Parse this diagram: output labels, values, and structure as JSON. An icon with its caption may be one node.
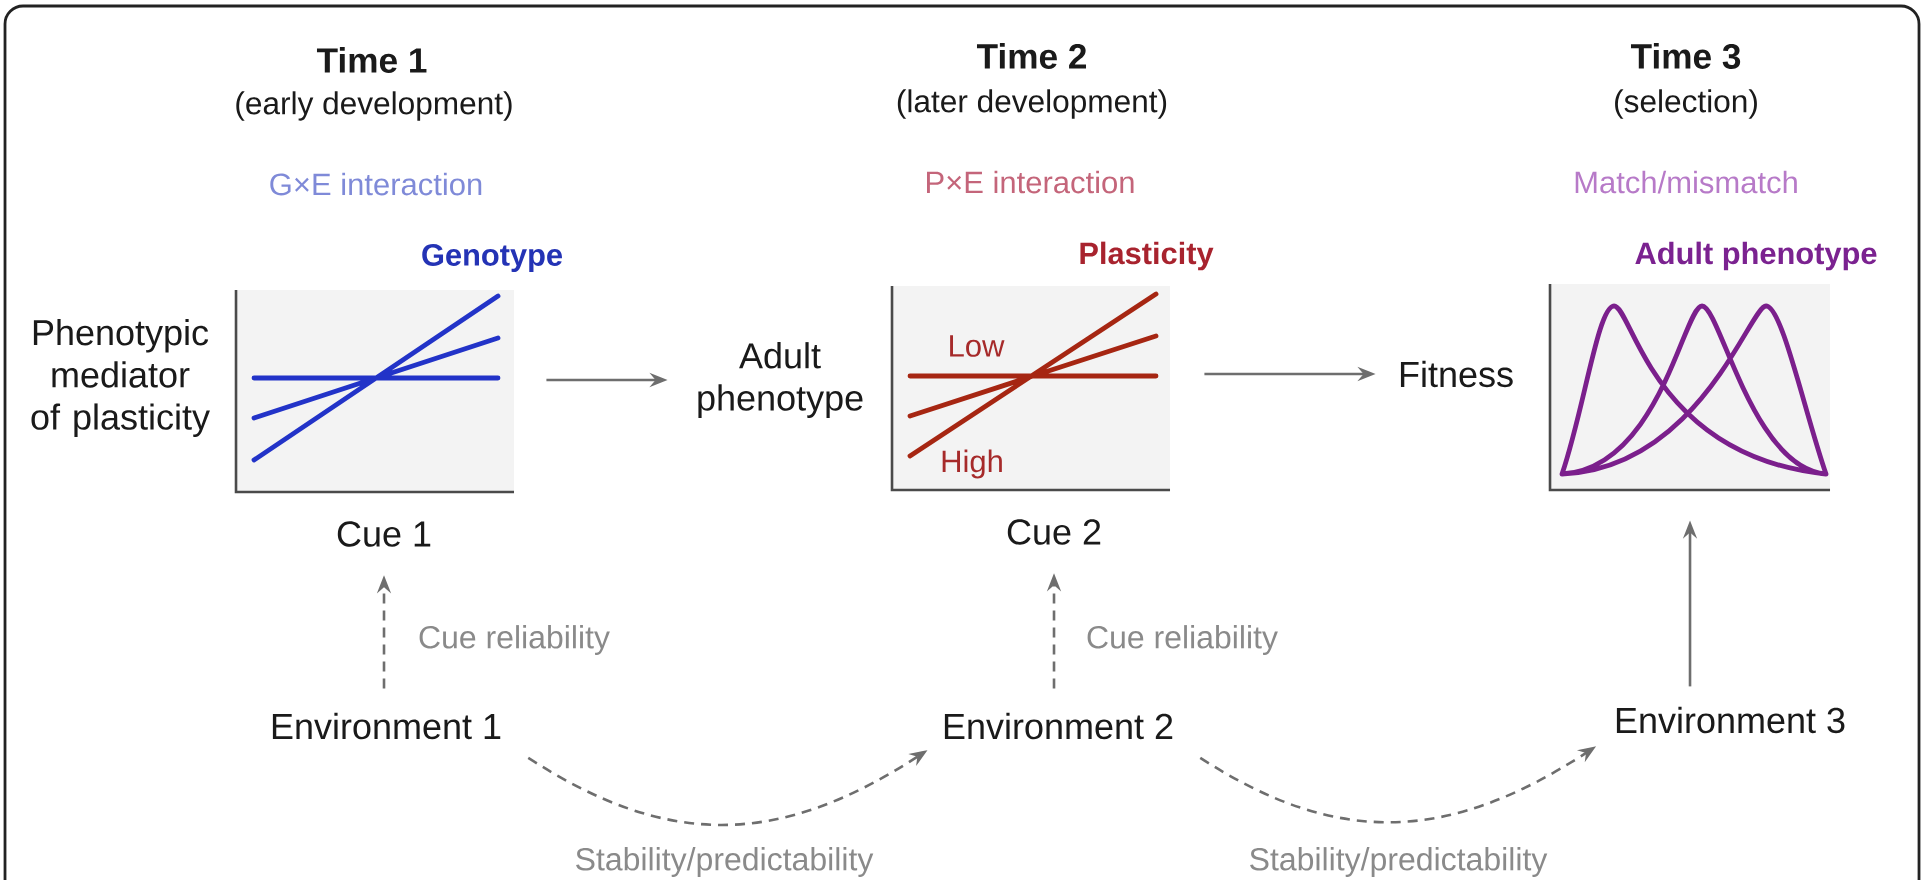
{
  "diagram": {
    "nodes": [
      {
        "text": [
          "Genotype"
        ],
        "beside": [
          "Phenotypic mediator of plasticity"
        ]
      },
      {
        "text": [
          "Adult phenotype"
        ]
      },
      {
        "text": [
          "Plasticity",
          "Low",
          "High"
        ]
      },
      {
        "text": [
          "Fitness"
        ]
      },
      {
        "text": [
          "Adult phenotype"
        ]
      },
      {
        "text": [
          "Cue 1"
        ]
      },
      {
        "text": [
          "Cue 2"
        ]
      },
      {
        "text": [
          "Environment 1"
        ]
      },
      {
        "text": [
          "Environment 2"
        ]
      },
      {
        "text": [
          "Environment 3"
        ]
      }
    ],
    "edges": [
      {
        "from": 0,
        "to": 1,
        "arrow": "to"
      },
      {
        "from": 2,
        "to": 3,
        "arrow": "to"
      },
      {
        "from": 7,
        "to": 5,
        "arrow": "to",
        "label": "Cue reliability",
        "style": "dashed"
      },
      {
        "from": 8,
        "to": 6,
        "arrow": "to",
        "label": "Cue reliability",
        "style": "dashed"
      },
      {
        "from": 9,
        "to": 4,
        "arrow": "to"
      },
      {
        "from": 7,
        "to": 8,
        "arrow": "to",
        "label": "Stability/predictability",
        "style": "dashed"
      },
      {
        "from": 8,
        "to": 9,
        "arrow": "to",
        "label": "Stability/predictability",
        "style": "dashed"
      }
    ],
    "labels": [
      "Time 1",
      "(early development)",
      "Time 2",
      "(later development)",
      "Time 3",
      "(selection)",
      "G×E interaction",
      "P×E interaction",
      "Match/mismatch"
    ]
  }
}
